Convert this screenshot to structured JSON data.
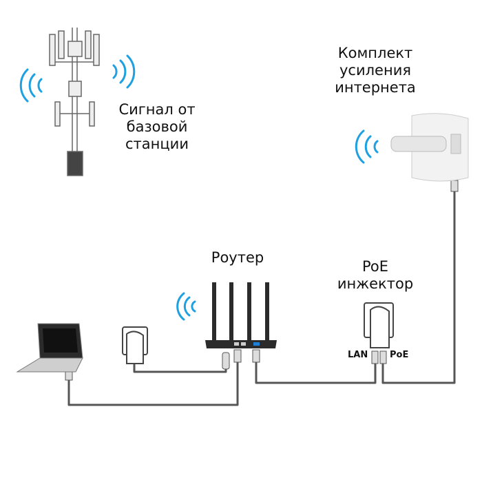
{
  "labels": {
    "base_station": [
      "Сигнал от",
      "базовой",
      "станции"
    ],
    "kit": [
      "Комплект",
      "усиления",
      "интернета"
    ],
    "router": "Роутер",
    "poe_injector": [
      "PoE",
      "инжектор"
    ],
    "lan_port": "LAN",
    "poe_port": "PoE"
  },
  "colors": {
    "wifi": "#1fa0e0",
    "cable": "#555555",
    "device": "#2b2b2b"
  }
}
